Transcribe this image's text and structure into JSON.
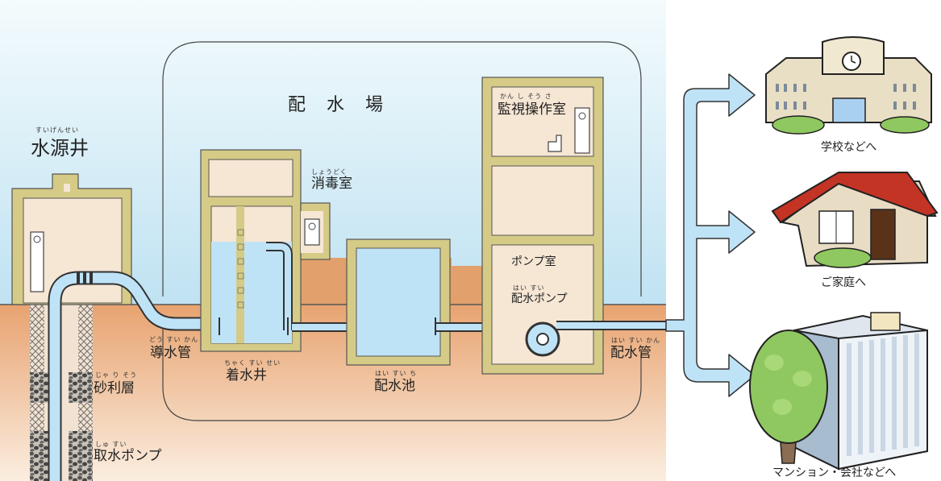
{
  "title": "配　水　場",
  "labels": {
    "source_well": "水源井",
    "source_well_ruby": "すいげんせい",
    "disinfection_room": "消毒室",
    "disinfection_room_ruby": "しょうどく",
    "monitoring_room": "監視操作室",
    "monitoring_room_ruby": "かん し そう さ",
    "pump_room": "ポンプ室",
    "distribution_pump": "配水ポンプ",
    "distribution_pump_ruby": "はい すい",
    "conduit_pipe": "導水管",
    "conduit_pipe_ruby": "どう すい かん",
    "receiving_well": "着水井",
    "receiving_well_ruby": "ちゃく すい せい",
    "distribution_reservoir": "配水池",
    "distribution_reservoir_ruby": "はい すい ち",
    "distribution_pipe": "配水管",
    "distribution_pipe_ruby": "はい すい かん",
    "gravel_layer": "砂利層",
    "gravel_layer_ruby": "じゃ り そう",
    "intake_pump": "取水ポンプ",
    "intake_pump_ruby": "しゅ すい"
  },
  "destinations": [
    {
      "label": "学校などへ",
      "icon": "school"
    },
    {
      "label": "ご家庭へ",
      "icon": "house"
    },
    {
      "label": "マンション・会社などへ",
      "icon": "apartment-building"
    }
  ],
  "colors": {
    "sky": "#cfe9f5",
    "soil": "#e9a976",
    "water": "#bfe3f6",
    "building_wall": "#d6cc8a",
    "building_inner": "#f6e7d6"
  }
}
